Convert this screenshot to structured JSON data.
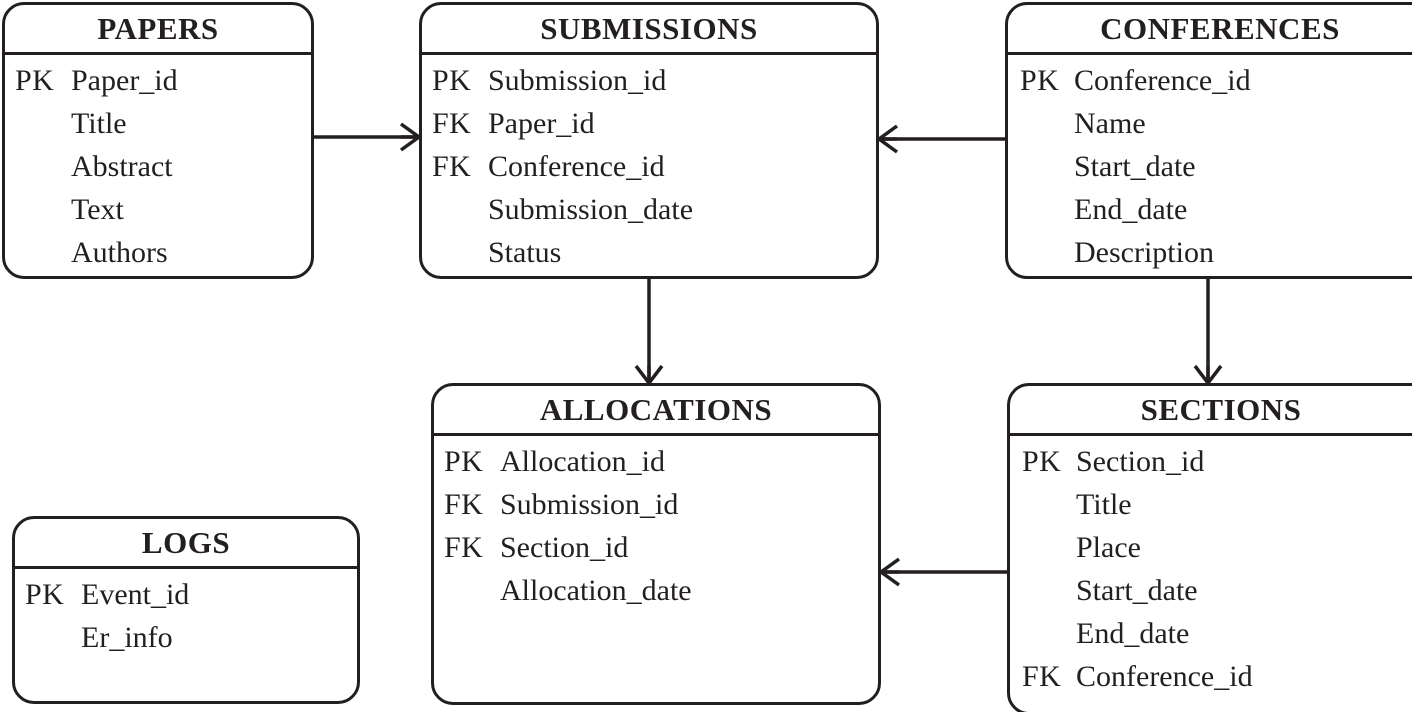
{
  "diagram": {
    "type": "entity-relationship-diagram",
    "notation": "crow's foot",
    "stroke_color": "#231f20",
    "background_color": "#ffffff",
    "entities": [
      {
        "id": "papers",
        "name": "PAPERS",
        "attributes": [
          {
            "key": "PK",
            "name": "Paper_id"
          },
          {
            "key": "",
            "name": "Title"
          },
          {
            "key": "",
            "name": "Abstract"
          },
          {
            "key": "",
            "name": "Text"
          },
          {
            "key": "",
            "name": "Authors"
          }
        ]
      },
      {
        "id": "submissions",
        "name": "SUBMISSIONS",
        "attributes": [
          {
            "key": "PK",
            "name": "Submission_id"
          },
          {
            "key": "FK",
            "name": "Paper_id"
          },
          {
            "key": "FK",
            "name": "Conference_id"
          },
          {
            "key": "",
            "name": "Submission_date"
          },
          {
            "key": "",
            "name": "Status"
          }
        ]
      },
      {
        "id": "conferences",
        "name": "CONFERENCES",
        "attributes": [
          {
            "key": "PK",
            "name": "Conference_id"
          },
          {
            "key": "",
            "name": "Name"
          },
          {
            "key": "",
            "name": "Start_date"
          },
          {
            "key": "",
            "name": "End_date"
          },
          {
            "key": "",
            "name": "Description"
          }
        ]
      },
      {
        "id": "allocations",
        "name": "ALLOCATIONS",
        "attributes": [
          {
            "key": "PK",
            "name": "Allocation_id"
          },
          {
            "key": "FK",
            "name": "Submission_id"
          },
          {
            "key": "FK",
            "name": "Section_id"
          },
          {
            "key": "",
            "name": "Allocation_date"
          }
        ]
      },
      {
        "id": "sections",
        "name": "SECTIONS",
        "attributes": [
          {
            "key": "PK",
            "name": "Section_id"
          },
          {
            "key": "",
            "name": "Title"
          },
          {
            "key": "",
            "name": "Place"
          },
          {
            "key": "",
            "name": "Start_date"
          },
          {
            "key": "",
            "name": "End_date"
          },
          {
            "key": "FK",
            "name": "Conference_id"
          }
        ]
      },
      {
        "id": "logs",
        "name": "LOGS",
        "attributes": [
          {
            "key": "PK",
            "name": "Event_id"
          },
          {
            "key": "",
            "name": "Er_info"
          }
        ]
      }
    ],
    "relationships": [
      {
        "id": "papers-submissions",
        "from": "PAPERS",
        "to": "SUBMISSIONS",
        "many_end": "SUBMISSIONS"
      },
      {
        "id": "conferences-submissions",
        "from": "CONFERENCES",
        "to": "SUBMISSIONS",
        "many_end": "SUBMISSIONS"
      },
      {
        "id": "submissions-allocations",
        "from": "SUBMISSIONS",
        "to": "ALLOCATIONS",
        "many_end": "ALLOCATIONS"
      },
      {
        "id": "conferences-sections",
        "from": "CONFERENCES",
        "to": "SECTIONS",
        "many_end": "SECTIONS"
      },
      {
        "id": "sections-allocations",
        "from": "SECTIONS",
        "to": "ALLOCATIONS",
        "many_end": "ALLOCATIONS"
      }
    ]
  }
}
